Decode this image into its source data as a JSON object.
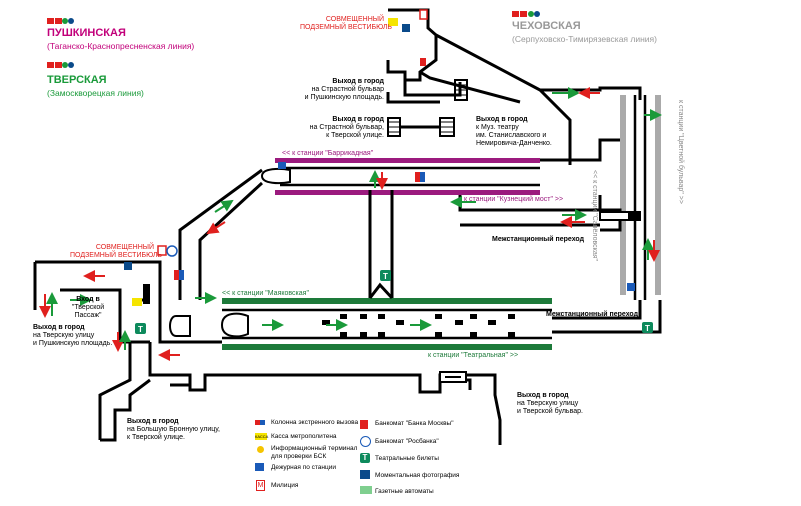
{
  "stations": {
    "pushkinskaya": {
      "name": "ПУШКИНСКАЯ",
      "line": "(Таганско-Краснопресненская линия)",
      "color": "#c2007a"
    },
    "tverskaya": {
      "name": "ТВЕРСКАЯ",
      "line": "(Замоскворецкая линия)",
      "color": "#1a9a3a"
    },
    "chekhovskaya": {
      "name": "ЧЕХОВСКАЯ",
      "line": "(Серпуховско-Тимирязевская линия)",
      "color": "#999999"
    }
  },
  "labels": {
    "combined_vestibule_top": [
      "СОВМЕЩЕННЫЙ",
      "ПОДЗЕМНЫЙ ВЕСТИБЮЛЬ"
    ],
    "combined_vestibule_left": [
      "СОВМЕЩЕННЫЙ",
      "ПОДЗЕМНЫЙ ВЕСТИБЮЛЬ"
    ],
    "kassa_small": "КАССА",
    "exit1": {
      "title": "Выход в город",
      "lines": [
        "на Страстной бульвар",
        "и Пушкинскую площадь."
      ]
    },
    "exit2": {
      "title": "Выход в город",
      "lines": [
        "на Страстной бульвар,",
        "к Тверской улице."
      ]
    },
    "exit3": {
      "title": "Выход в город",
      "lines": [
        "к Муз. театру",
        "им. Станиславского и",
        "Немировича-Данченко."
      ]
    },
    "exit_tverskaya_left": {
      "title": "Выход в город",
      "lines": [
        "на Тверскую улицу",
        "и Пушкинскую площадь."
      ]
    },
    "exit_pushkin": {
      "title": "Вход в",
      "lines": [
        "\"Тверской",
        "Пассаж\""
      ]
    },
    "exit_bottom_left": {
      "title": "Выход в город",
      "lines": [
        "на Большую Бронную улицу,",
        "к Тверской улице."
      ]
    },
    "exit_bottom_right": {
      "title": "Выход в город",
      "lines": [
        "на Тверскую улицу",
        "и Тверской бульвар."
      ]
    },
    "to_barrikadnaya": "<< к станции \"Баррикадная\"",
    "to_kuznetsky": "к станции \"Кузнецкий мост\" >>",
    "to_mayakovskaya": "<< к станции \"Маяковская\"",
    "to_teatralnaya": "к станции \"Театральная\" >>",
    "to_savelovskaya": "<< к станции \"Савёловская\"",
    "to_tsvetnoy": "к станции \"Цветной бульвар\" >>",
    "transfer1": "Межстанционный переход",
    "transfer2": "Межстанционный переход",
    "theater_t": "Т"
  },
  "legend": [
    {
      "icon": "emergency-call-icon",
      "text": "Колонна экстренного вызова"
    },
    {
      "icon": "ticket-office-icon",
      "text": "Касса метрополитена",
      "badge": "КАССА"
    },
    {
      "icon": "info-terminal-icon",
      "text": [
        "Информационный терминал",
        "для проверки БСК"
      ]
    },
    {
      "icon": "duty-officer-icon",
      "text": "Дежурная по станции"
    },
    {
      "icon": "police-icon",
      "text": "Милиция"
    },
    {
      "icon": "atm-bank-moscow-icon",
      "text": "Банкомат \"Банка Москвы\""
    },
    {
      "icon": "atm-rosbank-icon",
      "text": "Банкомат \"Росбанка\""
    },
    {
      "icon": "theater-tickets-icon",
      "text": "Театральные билеты"
    },
    {
      "icon": "photo-booth-icon",
      "text": "Моментальная фотография"
    },
    {
      "icon": "newspaper-machine-icon",
      "text": "Газетные автоматы"
    }
  ],
  "colors": {
    "purple": "#9b1a7e",
    "green": "#1d7a3a",
    "gray": "#aaaaaa",
    "red": "#e0201e",
    "teal": "#0d8a5c"
  }
}
